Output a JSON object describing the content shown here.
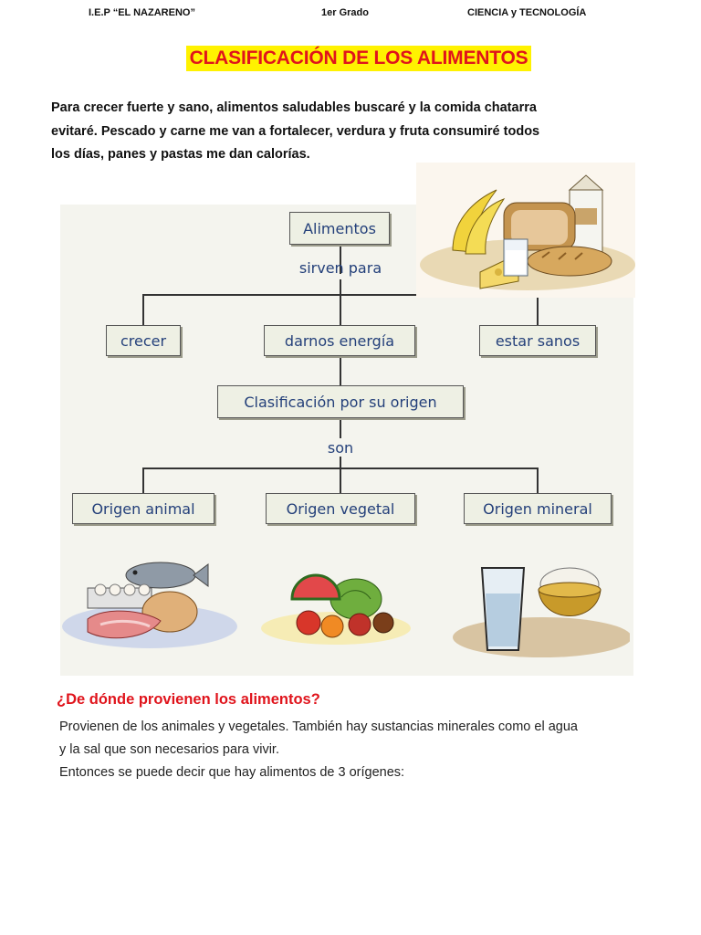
{
  "header": {
    "school": "I.E.P “EL NAZARENO”",
    "grade": "1er Grado",
    "subject": "CIENCIA y TECNOLOGÍA"
  },
  "title": "CLASIFICACIÓN DE LOS ALIMENTOS",
  "intro": {
    "lines": [
      "Para crecer fuerte y sano, alimentos saludables buscaré y la comida chatarra",
      "evitaré. Pescado y carne me van a fortalecer, verdura y fruta consumiré todos",
      "los días,  panes y pastas me dan calorías."
    ]
  },
  "diagram": {
    "root": "Alimentos",
    "connector1": "sirven para",
    "purposes": [
      "crecer",
      "darnos energía",
      "estar sanos"
    ],
    "classification": "Clasificación por su origen",
    "connector2": "son",
    "origins": [
      "Origen animal",
      "Origen vegetal",
      "Origen mineral"
    ]
  },
  "section": {
    "question": "¿De dónde provienen los alimentos?",
    "lines": [
      "Provienen de los animales y vegetales. También hay sustancias minerales como el agua",
      "y la sal que son necesarios para vivir.",
      "Entonces se puede decir que hay alimentos de 3 orígenes:"
    ]
  },
  "colors": {
    "title_text": "#e0141c",
    "title_highlight": "#fff200",
    "diagram_text": "#24407a",
    "question_text": "#e0141c"
  }
}
